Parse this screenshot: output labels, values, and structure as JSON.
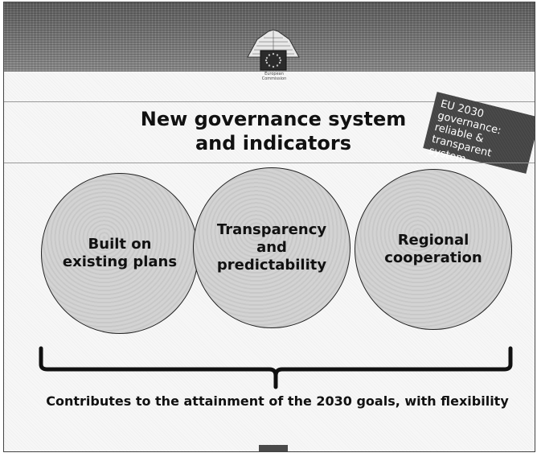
{
  "header": {
    "logo_text": "European Commission"
  },
  "title": {
    "line1": "New governance system",
    "line2": "and indicators"
  },
  "badge": {
    "lines": [
      "EU 2030",
      "governance:",
      "reliable &",
      "transparent system"
    ]
  },
  "circles": [
    {
      "text": "Built on existing plans"
    },
    {
      "text": "Transparency and predictability"
    },
    {
      "text": "Regional cooperation"
    }
  ],
  "conclusion": "Contributes to the attainment of the 2030 goals, with flexibility",
  "colors": {
    "circle_fill": "#d3d3d3",
    "badge_fill": "#4a4a4a",
    "banner": "#6b6b6b"
  }
}
